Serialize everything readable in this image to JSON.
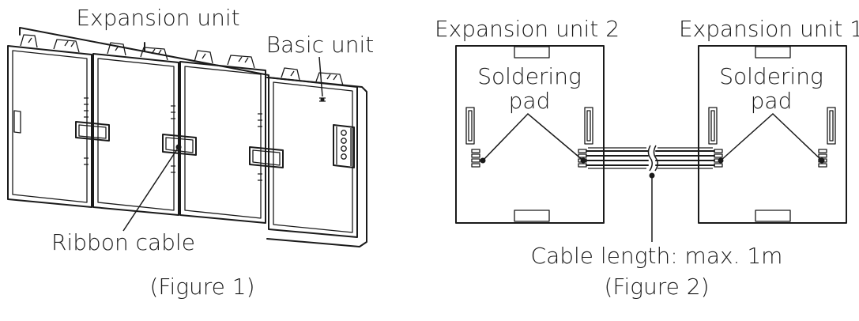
{
  "figure1": {
    "expansion_label": "Expansion unit",
    "basic_label": "Basic unit",
    "ribbon_label": "Ribbon cable",
    "caption": "(Figure 1)"
  },
  "figure2": {
    "unit2_label": "Expansion unit 2",
    "unit1_label": "Expansion unit 1",
    "pad_line1": "Soldering",
    "pad_line2": "pad",
    "cable_label": "Cable length: max. 1m",
    "caption": "(Figure  2)"
  }
}
